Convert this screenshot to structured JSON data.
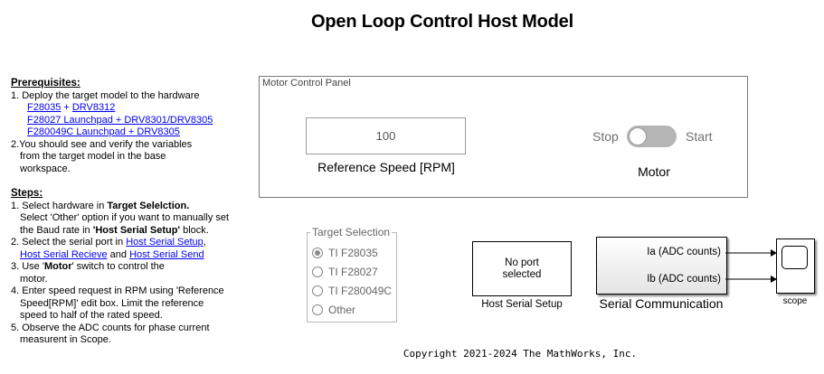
{
  "title": "Open Loop Control Host Model",
  "notes": {
    "prereq_heading": "Prerequisites:",
    "prereq_1_text": "1. Deploy the target model to the hardware",
    "link_f28035": "F28035",
    "plus": " + ",
    "link_drv8312": "DRV8312",
    "link_f28027": "F28027 Launchpad + DRV8301/DRV8305",
    "link_f280049c": "F280049C Launchpad + DRV8305",
    "prereq_2_line1": "2.You should see and verify the variables",
    "prereq_2_line2": "from the target model in the base",
    "prereq_2_line3": "workspace.",
    "steps_heading": "Steps:",
    "step1_prefix": "1. Select hardware in ",
    "step1_bold": "Target Selelction.",
    "step1_line2": "Select 'Other' option if you want to manually set",
    "step1_line3_prefix": "the Baud rate in ",
    "step1_line3_bold": "'Host Serial Setup'",
    "step1_line3_suffix": " block.",
    "step2_prefix": "2. Select the serial port in ",
    "link_host_serial_setup": "Host Serial Setup",
    "comma": ",",
    "link_host_serial_recieve": "Host Serial Recieve",
    "and": " and ",
    "link_host_serial_send": "Host Serial Send",
    "step3_prefix": "3. Use '",
    "step3_bold": "Motor",
    "step3_suffix": "' switch to control the",
    "step3_line2": "motor.",
    "step4_line1": "4. Enter speed request in RPM using 'Reference",
    "step4_line2": "Speed[RPM]' edit box. Limit the reference",
    "step4_line3": "speed to  half of the rated speed.",
    "step5_line1": "5. Observe the ADC counts for phase current",
    "step5_line2": "measurent in Scope."
  },
  "motor_panel": {
    "title": "Motor Control Panel",
    "speed_value": "100",
    "speed_label": "Reference Speed [RPM]",
    "switch_off_label": "Stop",
    "switch_on_label": "Start",
    "switch_label": "Motor",
    "switch_state": "Stop"
  },
  "target_selection": {
    "title": "Target Selection",
    "options": [
      "TI F28035",
      "TI F28027",
      "TI F280049C",
      "Other"
    ],
    "selected": "TI F28035"
  },
  "host_serial_setup": {
    "content": "No port selected",
    "content_line1": "No port",
    "content_line2": "selected",
    "label": "Host Serial Setup"
  },
  "serial_communication": {
    "ports": [
      "Ia (ADC counts)",
      "Ib (ADC counts)"
    ],
    "label": "Serial Communication"
  },
  "scope": {
    "label": "scope"
  },
  "copyright": "Copyright 2021-2024 The MathWorks, Inc."
}
